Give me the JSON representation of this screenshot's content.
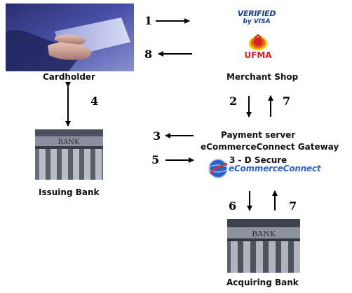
{
  "nodes": {
    "cardholder": {
      "label": "Cardholder"
    },
    "merchant": {
      "label": "Merchant Shop"
    },
    "payment_server": {
      "line1": "Payment server",
      "line2": "eCommerceConnect Gateway",
      "line3": "3 - D Secure"
    },
    "issuing_bank": {
      "label": "Issuing Bank"
    },
    "acquiring_bank": {
      "label": "Acquiring Bank"
    }
  },
  "logos": {
    "verified_by_visa": {
      "line1": "VERIFIED",
      "line2": "by VISA"
    },
    "ufma": {
      "text": "UFMA"
    },
    "ecommerceconnect": {
      "text": "eCommerceConnect"
    },
    "bank_sign": {
      "text": "BANK"
    }
  },
  "steps": {
    "s1": "1",
    "s2": "2",
    "s3": "3",
    "s4": "4",
    "s5": "5",
    "s6": "6",
    "s7a": "7",
    "s7b": "7",
    "s8": "8"
  },
  "colors": {
    "visa_blue": "#1a3a9a",
    "ufma_red": "#d42020",
    "ufma_yellow": "#f5c400",
    "ecc_blue": "#2a62c8",
    "ecc_red": "#e0301c",
    "photo_blue": "#3a3e8a"
  }
}
